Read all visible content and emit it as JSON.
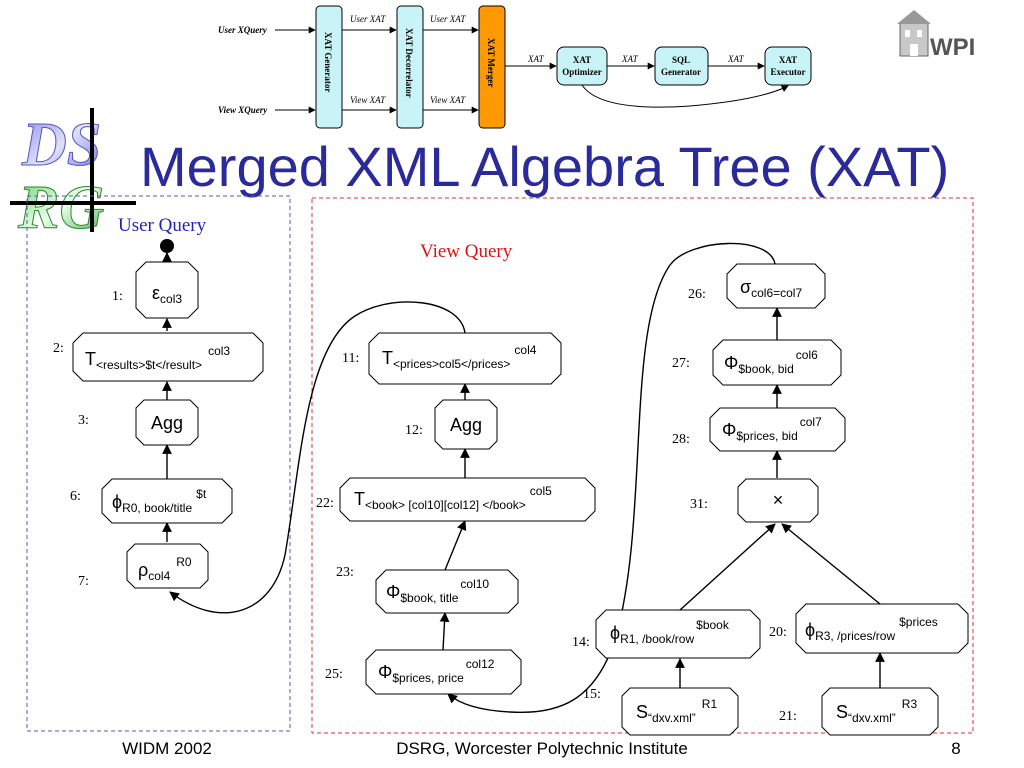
{
  "slide": {
    "title": "Merged XML Algebra Tree (XAT)",
    "footer_left": "WIDM 2002",
    "footer_center": "DSRG, Worcester Polytechnic Institute",
    "page_number": "8",
    "logo_text": "WPI",
    "dsrg_logo_letters": "DSRG",
    "title_color": "#2a2a9a"
  },
  "pipeline": {
    "user_xquery": "User XQuery",
    "view_xquery": "View  XQuery",
    "generator": "XAT Generator",
    "decorrelator": "XAT Decorrelator",
    "merger": "XAT Merger",
    "optimizer_l1": "XAT",
    "optimizer_l2": "Optimizer",
    "sql_l1": "SQL",
    "sql_l2": "Generator",
    "executor_l1": "XAT",
    "executor_l2": "Executor",
    "label_user_xat": "User XAT",
    "label_view_xat": "View XAT",
    "label_xat": "XAT"
  },
  "panels": {
    "user_query": "User Query",
    "view_query": "View Query",
    "user_color": "#2222bb",
    "view_color": "#dd1111"
  },
  "nodes": {
    "n1": {
      "num": "1:",
      "op": "ε",
      "sub": "col3"
    },
    "n2": {
      "num": "2:",
      "op": "T",
      "sub": "<results>$t</result>",
      "sup": "col3"
    },
    "n3": {
      "num": "3:",
      "op": "Agg"
    },
    "n6": {
      "num": "6:",
      "op": "ϕ",
      "sub": "R0, book/title",
      "sup": "$t"
    },
    "n7": {
      "num": "7:",
      "op": "ρ",
      "sub": "col4",
      "sup": "R0"
    },
    "n11": {
      "num": "11:",
      "op": "T",
      "sub": "<prices>col5</prices>",
      "sup": "col4"
    },
    "n12": {
      "num": "12:",
      "op": "Agg"
    },
    "n22": {
      "num": "22:",
      "op": "T",
      "sub": "<book> [col10][col12] </book>",
      "sup": "col5"
    },
    "n23": {
      "num": "23:",
      "op": "Φ",
      "sub": "$book, title",
      "sup": "col10"
    },
    "n25": {
      "num": "25:",
      "op": "Φ",
      "sub": "$prices, price",
      "sup": "col12"
    },
    "n26": {
      "num": "26:",
      "op": "σ",
      "sub": "col6=col7"
    },
    "n27": {
      "num": "27:",
      "op": "Φ",
      "sub": "$book, bid",
      "sup": "col6"
    },
    "n28": {
      "num": "28:",
      "op": "Φ",
      "sub": "$prices, bid",
      "sup": "col7"
    },
    "n31": {
      "num": "31:",
      "op": "×"
    },
    "n14": {
      "num": "14:",
      "op": "ϕ",
      "sub": "R1, /book/row",
      "sup": "$book"
    },
    "n15": {
      "num": "15:",
      "op": "S",
      "sub": "“dxv.xml”",
      "sup": "R1"
    },
    "n20": {
      "num": "20:",
      "op": "ϕ",
      "sub": "R3, /prices/row",
      "sup": "$prices"
    },
    "n21": {
      "num": "21:",
      "op": "S",
      "sub": "“dxv.xml”",
      "sup": "R3"
    }
  }
}
